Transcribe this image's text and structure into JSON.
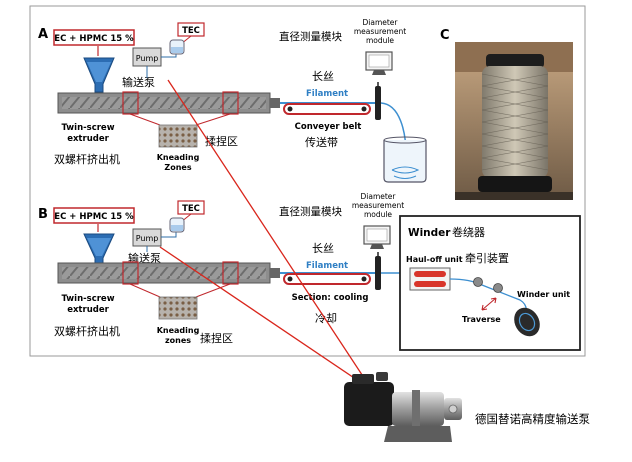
{
  "panels": {
    "A": {
      "letter": "A",
      "material": "EC + HPMC 15 %",
      "tec": "TEC",
      "pump": "Pump",
      "pump_cn": "输送泵",
      "extruder_en": [
        "Twin-screw",
        "extruder"
      ],
      "extruder_cn": "双螺杆挤出机",
      "kneading_en": [
        "Kneading",
        "Zones"
      ],
      "kneading_cn": "揉捏区",
      "diameter_cn": "直径测量模块",
      "diameter_en": [
        "Diameter",
        "measurement",
        "module"
      ],
      "filament_cn": "长丝",
      "filament_en": "Filament",
      "conveyor_en": "Conveyer belt",
      "conveyor_cn": "传送带"
    },
    "B": {
      "letter": "B",
      "material": "EC + HPMC 15 %",
      "tec": "TEC",
      "pump": "Pump",
      "pump_cn": "输送泵",
      "extruder_en": [
        "Twin-screw",
        "extruder"
      ],
      "extruder_cn": "双螺杆挤出机",
      "kneading_en": [
        "Kneading",
        "zones"
      ],
      "kneading_cn": "揉捏区",
      "diameter_cn": "直径测量模块",
      "diameter_en": [
        "Diameter",
        "measurement",
        "module"
      ],
      "filament_cn": "长丝",
      "filament_en": "Filament",
      "section_en": "Section: cooling",
      "section_cn": "冷却",
      "winder_en": "Winder",
      "winder_cn": "卷绕器",
      "hauloff_en": "Haul-off unit",
      "hauloff_cn": "牵引装置",
      "traverse": "Traverse",
      "winder_unit": "Winder unit"
    },
    "C": {
      "letter": "C"
    }
  },
  "callout": {
    "label": "德国替诺高精度输送泵"
  },
  "colors": {
    "accent_red": "#d9261c",
    "material_box": "#c0282d",
    "filament_blue": "#3d8fd0",
    "conveyor_red": "#c0282d",
    "extruder": "#8d8d8d",
    "funnel_blue": "#2c6db3"
  }
}
